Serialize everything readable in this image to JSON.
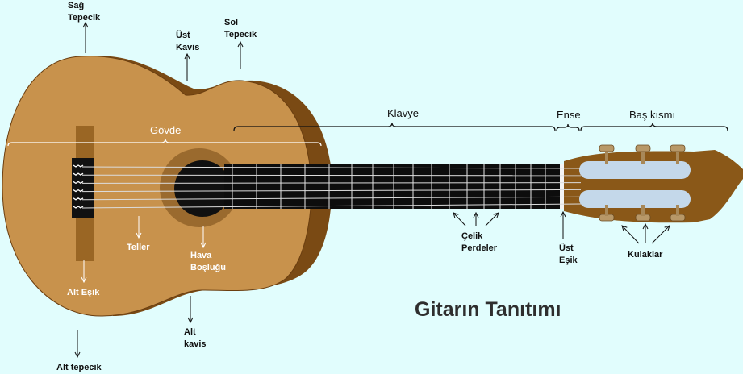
{
  "title": "Gitarın Tanıtımı",
  "sections": {
    "govde": "Gövde",
    "klavye": "Klavye",
    "ense": "Ense",
    "bas_kismi": "Baş kısmı"
  },
  "labels": {
    "sag_tepecik_1": "Sağ",
    "sag_tepecik_2": "Tepecik",
    "ust_kavis_1": "Üst",
    "ust_kavis_2": "Kavis",
    "sol_tepecik_1": "Sol",
    "sol_tepecik_2": "Tepecik",
    "teller": "Teller",
    "hava_boslugu_1": "Hava",
    "hava_boslugu_2": "Boşluğu",
    "alt_esik": "Alt Eşik",
    "alt_kavis_1": "Alt",
    "alt_kavis_2": "kavis",
    "alt_tepecik": "Alt tepecik",
    "celik_perdeler_1": "Çelik",
    "celik_perdeler_2": "Perdeler",
    "ust_esik_1": "Üst",
    "ust_esik_2": "Eşik",
    "kulaklar": "Kulaklar"
  },
  "colors": {
    "background": "#e1fdfd",
    "body_top": "#c8924c",
    "body_side": "#7a4a14",
    "soundhole": "#101010",
    "rosette": "#9a6a2e",
    "fretboard": "#0d0d0d",
    "headstock": "#8a5818",
    "nut": "#f4f4f4",
    "tuner": "#b89868"
  }
}
